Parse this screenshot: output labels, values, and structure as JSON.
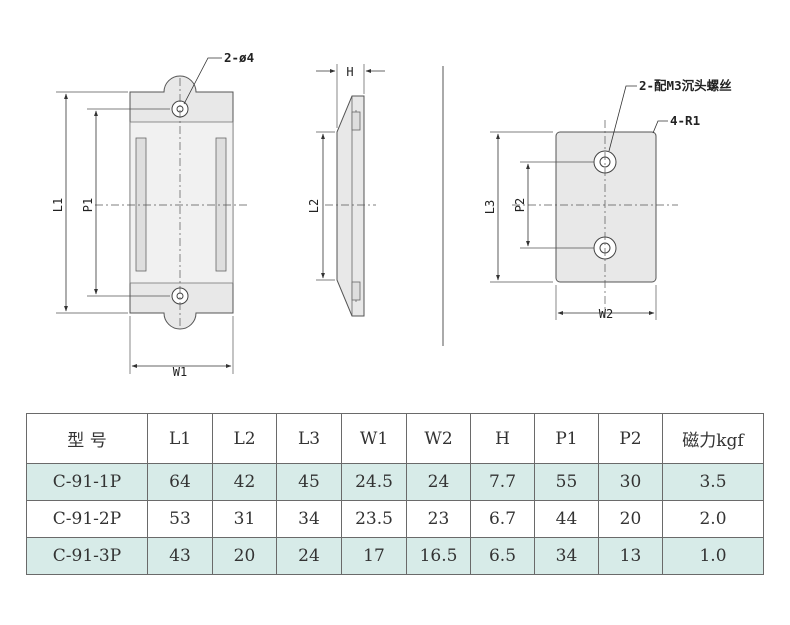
{
  "drawing": {
    "front_view": {
      "hole_note": "2-ø4",
      "dim_l1": "L1",
      "dim_p1": "P1",
      "dim_w1": "W1"
    },
    "side_view": {
      "dim_h": "H",
      "dim_l2": "L2"
    },
    "plate_view": {
      "screw_note": "2-配M3沉头螺丝",
      "radius_note": "4-R1",
      "dim_l3": "L3",
      "dim_p2": "P2",
      "dim_w2": "W2"
    }
  },
  "table": {
    "headers": [
      "型 号",
      "L1",
      "L2",
      "L3",
      "W1",
      "W2",
      "H",
      "P1",
      "P2",
      "磁力kgf"
    ],
    "rows": [
      [
        "C-91-1P",
        "64",
        "42",
        "45",
        "24.5",
        "24",
        "7.7",
        "55",
        "30",
        "3.5"
      ],
      [
        "C-91-2P",
        "53",
        "31",
        "34",
        "23.5",
        "23",
        "6.7",
        "44",
        "20",
        "2.0"
      ],
      [
        "C-91-3P",
        "43",
        "20",
        "24",
        "17",
        "16.5",
        "6.5",
        "34",
        "13",
        "1.0"
      ]
    ]
  }
}
